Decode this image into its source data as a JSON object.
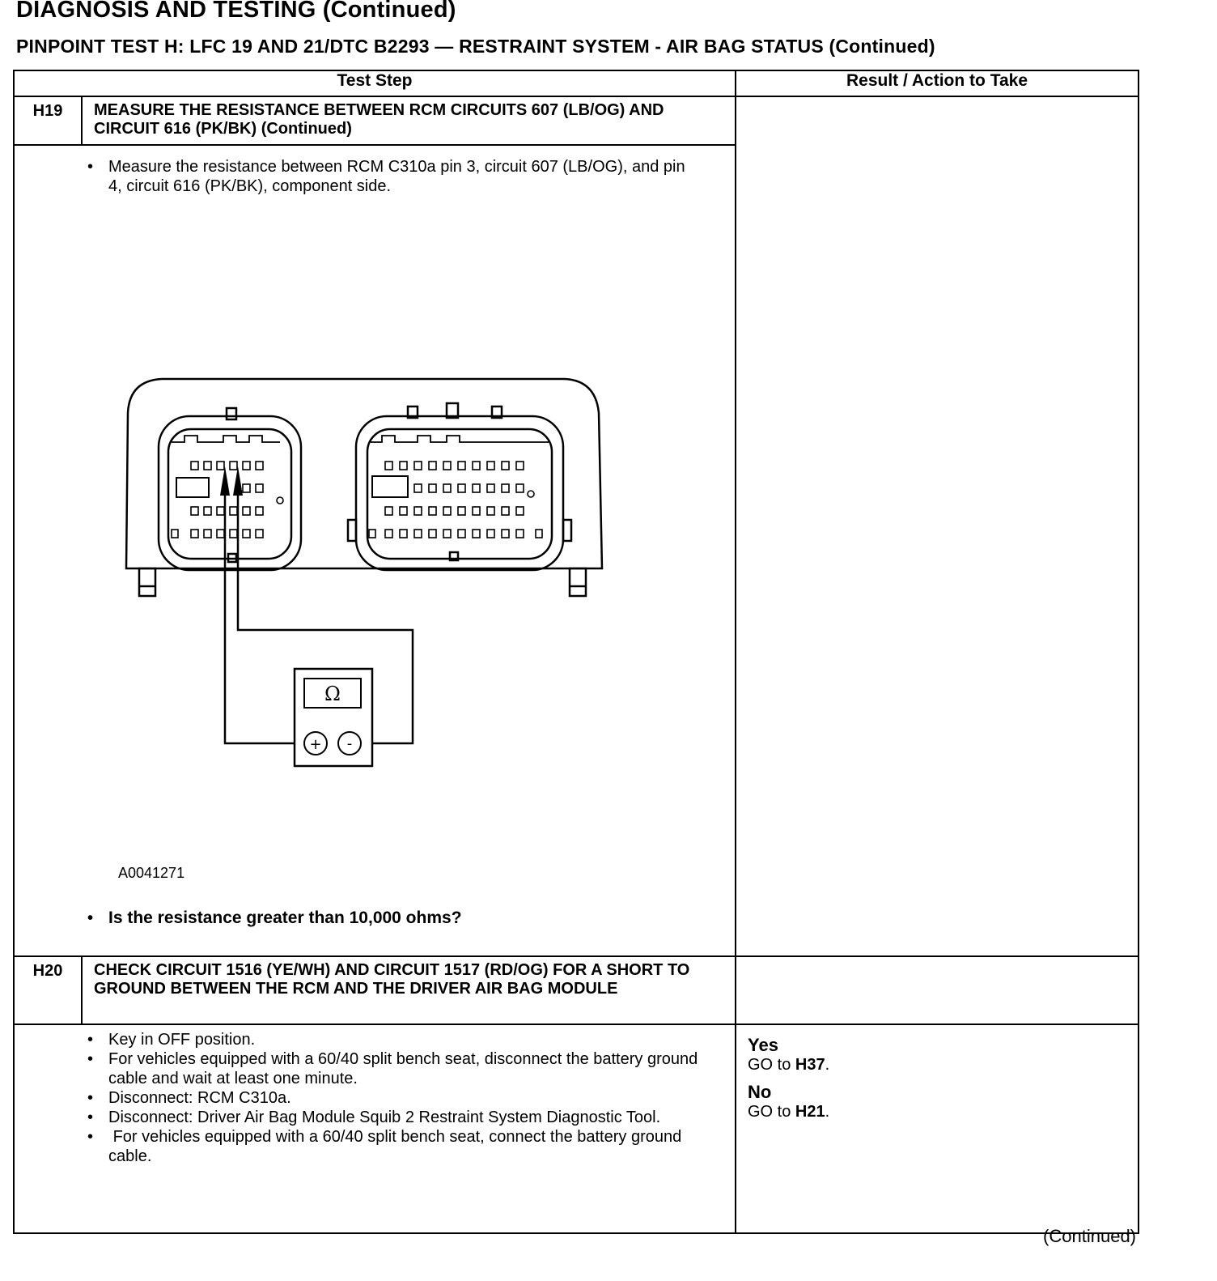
{
  "header": {
    "section_title": "DIAGNOSIS AND TESTING (Continued)",
    "test_title": "PINPOINT TEST H: LFC 19 AND 21/DTC B2293 — RESTRAINT SYSTEM - AIR BAG STATUS (Continued)"
  },
  "table": {
    "col_test_step": "Test Step",
    "col_result": "Result / Action to Take",
    "steps": [
      {
        "id": "H19",
        "heading": "MEASURE THE RESISTANCE BETWEEN RCM CIRCUITS 607 (LB/OG) AND CIRCUIT 616 (PK/BK) (Continued)",
        "bullets": [
          "Measure the resistance between RCM C310a pin 3, circuit 607 (LB/OG), and pin 4, circuit 616 (PK/BK), component side."
        ],
        "figure_id": "A0041271",
        "meter_symbol": "Ω",
        "plus": "+",
        "minus": "-",
        "question": "Is the resistance greater than 10,000 ohms?"
      },
      {
        "id": "H20",
        "heading": "CHECK CIRCUIT 1516 (YE/WH) AND CIRCUIT 1517 (RD/OG) FOR A SHORT TO GROUND BETWEEN THE RCM AND THE DRIVER AIR BAG MODULE",
        "bullets": [
          "Key in OFF position.",
          "For vehicles equipped with a 60/40 split bench seat, disconnect the battery ground cable and wait at least one minute.",
          "Disconnect: RCM C310a.",
          "Disconnect: Driver Air Bag Module Squib 2 Restraint System Diagnostic Tool.",
          " For vehicles equipped with a 60/40 split bench seat, connect the battery ground cable."
        ],
        "results": {
          "yes_label": "Yes",
          "yes_prefix": "GO to ",
          "yes_target": "H37",
          "no_label": "No",
          "no_prefix": "GO to ",
          "no_target": "H21",
          "period": "."
        }
      }
    ]
  },
  "footer": {
    "continued": "(Continued)"
  }
}
